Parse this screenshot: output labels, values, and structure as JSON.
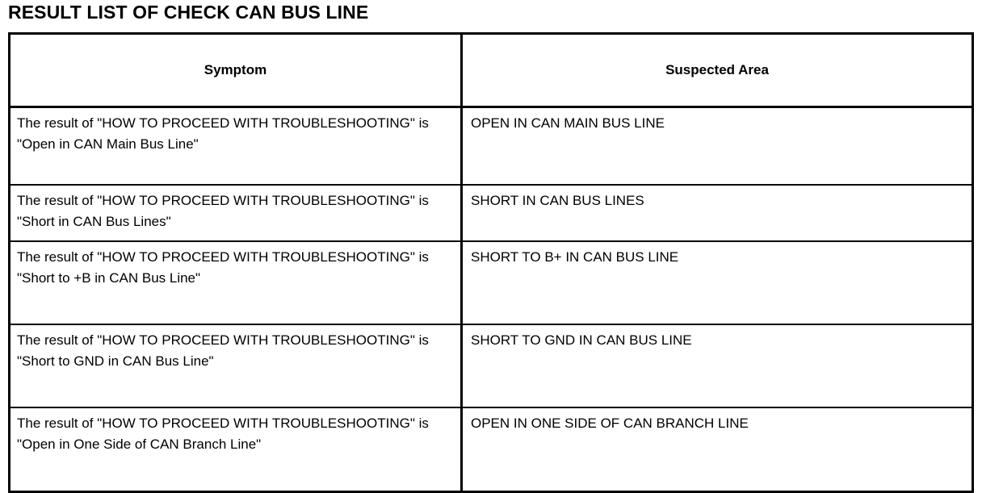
{
  "document": {
    "title": "RESULT LIST OF CHECK CAN BUS LINE"
  },
  "table": {
    "headers": {
      "symptom": "Symptom",
      "suspected_area": "Suspected Area"
    },
    "rows": [
      {
        "symptom": "The result of \"HOW TO PROCEED WITH TROUBLESHOOTING\" is \"Open in CAN Main Bus Line\"",
        "suspected_area": "OPEN IN CAN MAIN BUS LINE"
      },
      {
        "symptom": "The result of \"HOW TO PROCEED WITH TROUBLESHOOTING\" is \"Short in CAN Bus Lines\"",
        "suspected_area": "SHORT IN CAN BUS LINES"
      },
      {
        "symptom": "The result of \"HOW TO PROCEED WITH TROUBLESHOOTING\" is \"Short to +B in CAN Bus Line\"",
        "suspected_area": "SHORT TO B+ IN CAN BUS LINE"
      },
      {
        "symptom": "The result of \"HOW TO PROCEED WITH TROUBLESHOOTING\" is \"Short to GND in CAN Bus Line\"",
        "suspected_area": "SHORT TO GND IN CAN BUS LINE"
      },
      {
        "symptom": "The result of \"HOW TO PROCEED WITH TROUBLESHOOTING\" is \"Open in One Side of CAN Branch Line\"",
        "suspected_area": "OPEN IN ONE SIDE OF CAN BRANCH LINE"
      }
    ]
  },
  "colors": {
    "text": "#000000",
    "background": "#ffffff",
    "border": "#000000"
  }
}
